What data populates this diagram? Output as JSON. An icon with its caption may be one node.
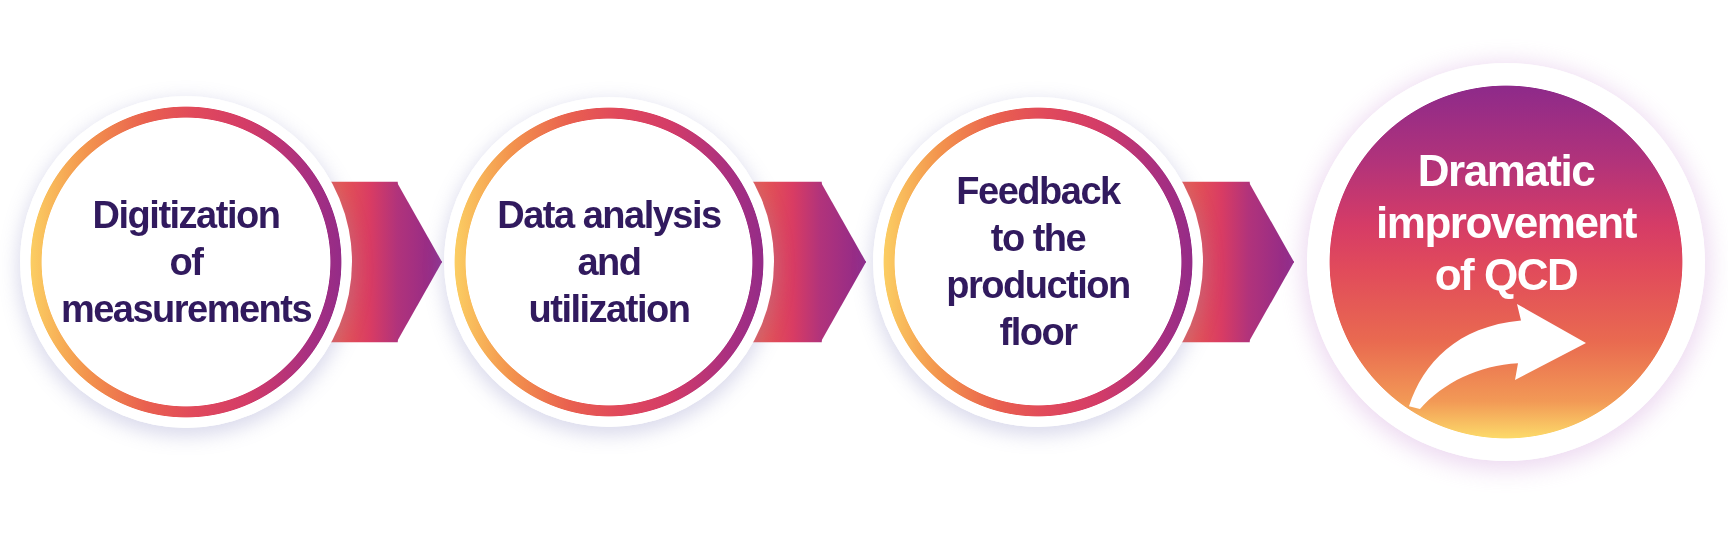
{
  "diagram": {
    "nodes": [
      {
        "text": [
          "Digitization of measurements"
        ]
      },
      {
        "text": [
          "Data analysis and utilization"
        ]
      },
      {
        "text": [
          "Feedback to the production floor"
        ]
      },
      {
        "text": [
          "Dramatic improvement of QCD"
        ]
      }
    ],
    "edges": [
      {
        "from": 0,
        "to": 1,
        "arrow": "to"
      },
      {
        "from": 1,
        "to": 2,
        "arrow": "to"
      },
      {
        "from": 2,
        "to": 3,
        "arrow": "to"
      }
    ]
  }
}
